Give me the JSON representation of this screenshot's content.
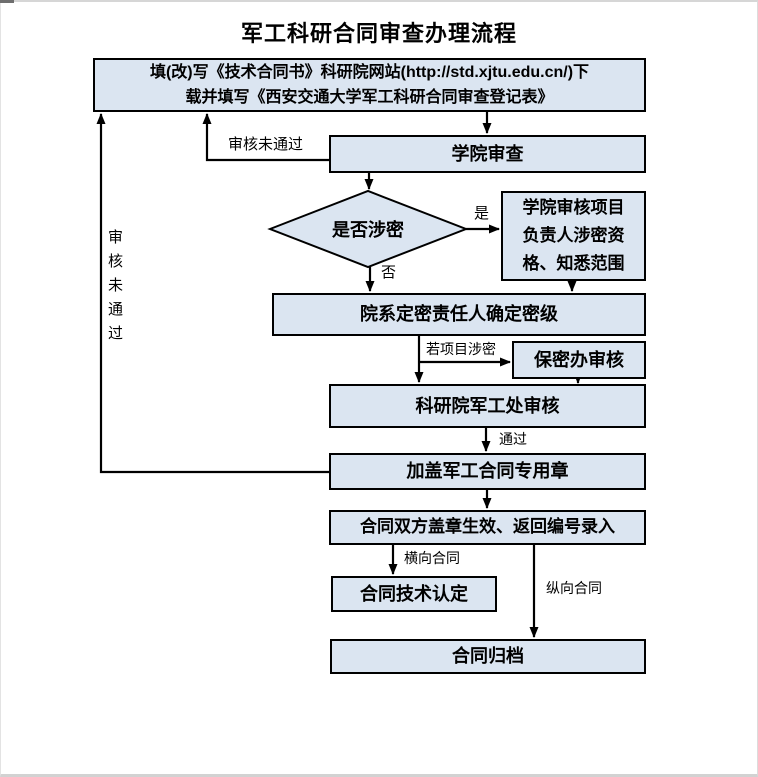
{
  "title": "军工科研合同审查办理流程",
  "colors": {
    "box_fill": "#dbe5f1",
    "box_border": "#000000",
    "line": "#000000",
    "background": "#ffffff"
  },
  "nodes": {
    "fill_form": "填(改)写《技术合同书》科研院网站(http://std.xjtu.edu.cn/)下\n载并填写《西安交通大学军工科研合同审查登记表》",
    "college_review": "学院审查",
    "secrecy_decision": "是否涉密",
    "college_check": "学院审核项目\n负责人涉密资\n格、知悉范围",
    "determine_level": "院系定密责任人确定密级",
    "secrecy_office": "保密办审核",
    "military_office": "科研院军工处审核",
    "seal": "加盖军工合同专用章",
    "effective": "合同双方盖章生效、返回编号录入",
    "tech_cert": "合同技术认定",
    "archive": "合同归档"
  },
  "edge_labels": {
    "review_failed_top": "审核未通过",
    "review_failed_left": "审核未通过",
    "yes": "是",
    "no": "否",
    "if_secret": "若项目涉密",
    "pass": "通过",
    "horizontal_contract": "横向合同",
    "vertical_contract": "纵向合同"
  }
}
